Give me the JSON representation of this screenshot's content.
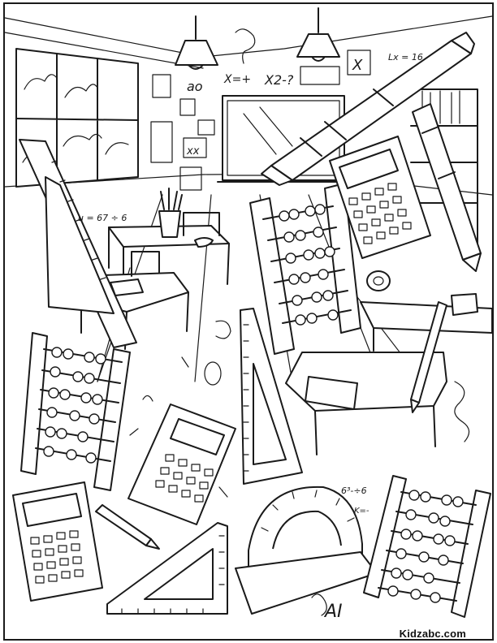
{
  "watermark": "Kidzabc.com",
  "doodles": {
    "eq1": "X=+",
    "eq2": "X2-?",
    "eq3": "Lx = 16",
    "eq4": "u = 67 ÷ 6",
    "eq5": "6³-÷6",
    "eq6": "K=-",
    "eq7": "AI",
    "ch1": "ao",
    "ch2": "xx",
    "ch3": "X"
  }
}
